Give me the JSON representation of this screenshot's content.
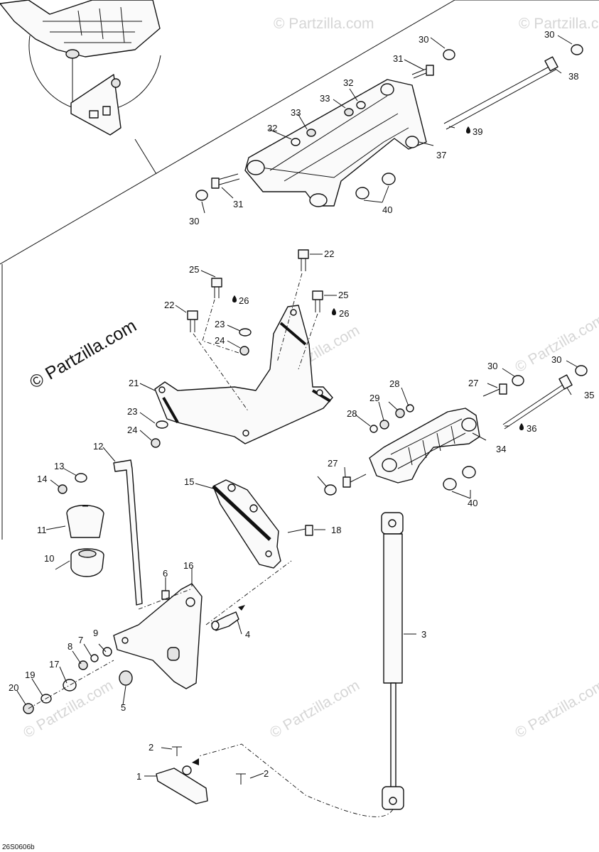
{
  "diagram": {
    "copyright": "© Partzilla.com",
    "watermark": "© Partzilla.com",
    "figure_code": "26S0606b",
    "labels": [
      "1",
      "2",
      "2",
      "3",
      "4",
      "5",
      "6",
      "7",
      "8",
      "9",
      "10",
      "11",
      "12",
      "13",
      "14",
      "15",
      "16",
      "17",
      "18",
      "19",
      "20",
      "21",
      "22",
      "22",
      "23",
      "23",
      "24",
      "24",
      "25",
      "25",
      "26",
      "26",
      "27",
      "27",
      "28",
      "28",
      "29",
      "30",
      "30",
      "30",
      "30",
      "30",
      "31",
      "31",
      "32",
      "32",
      "33",
      "33",
      "34",
      "35",
      "36",
      "37",
      "38",
      "39",
      "40",
      "40"
    ]
  }
}
